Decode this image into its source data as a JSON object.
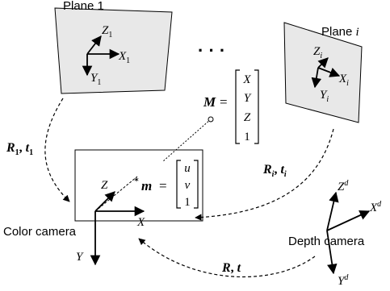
{
  "plane1": {
    "label": "Plane 1",
    "axis_z": "Z",
    "axis_x": "X",
    "axis_y": "Y",
    "subscript": "1"
  },
  "planei": {
    "label_prefix": "Plane ",
    "label_index": "i",
    "axis_z": "Z",
    "axis_x": "X",
    "axis_y": "Y",
    "subscript": "i"
  },
  "ellipsis": "· · ·",
  "M_vector": {
    "symbol": "M",
    "equals": "=",
    "entries": [
      "X",
      "Y",
      "Z",
      "1"
    ]
  },
  "m_vector": {
    "symbol": "m",
    "equals": "=",
    "entries": [
      "u",
      "v",
      "1"
    ]
  },
  "transforms": {
    "r1t1": {
      "R": "R",
      "R_sub": "1",
      "sep": ", ",
      "t": "t",
      "t_sub": "1"
    },
    "riti": {
      "R": "R",
      "R_sub": "i",
      "sep": ", ",
      "t": "t",
      "t_sub": "i"
    },
    "rt": {
      "R": "R",
      "sep": ", ",
      "t": "t"
    }
  },
  "color_camera": {
    "label": "Color camera",
    "axis_z": "Z",
    "axis_x": "X",
    "axis_y": "Y"
  },
  "depth_camera": {
    "label": "Depth camera",
    "axis_z": "Z",
    "axis_x": "X",
    "axis_y": "Y",
    "superscript": "d"
  },
  "colors": {
    "plane_fill": "#e8e8e8",
    "stroke": "#000000"
  }
}
